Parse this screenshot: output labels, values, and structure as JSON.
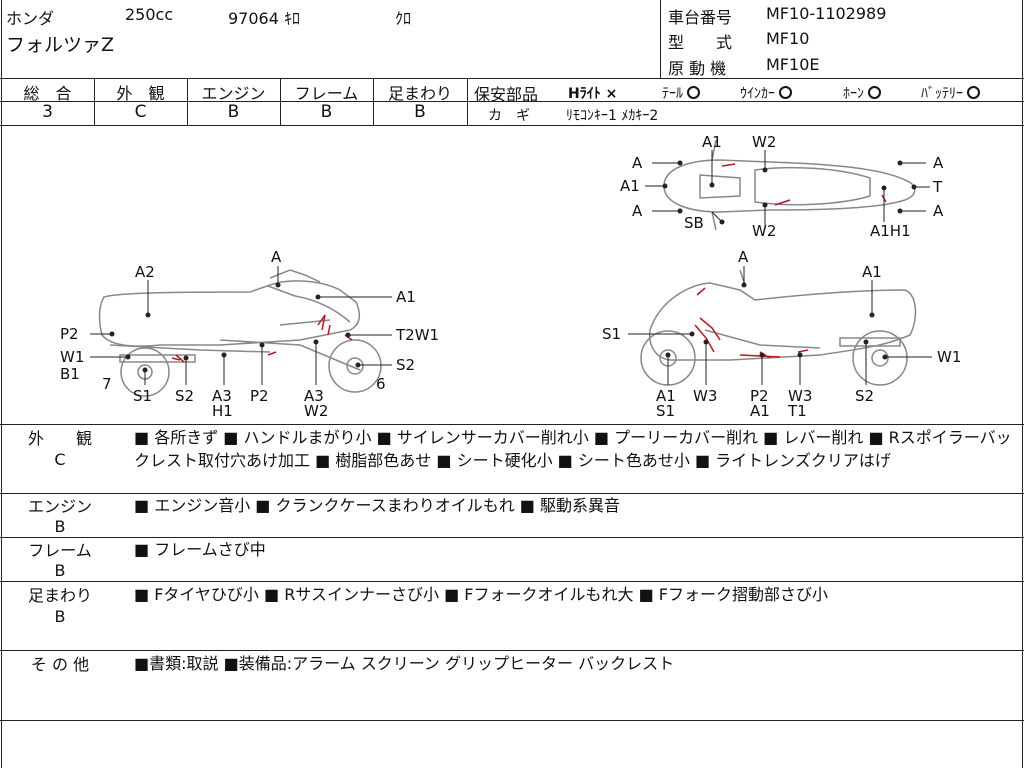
{
  "header": {
    "maker": "ホンダ",
    "displacement": "250cc",
    "mileage": "97064 ｷﾛ",
    "color": "ｸﾛ",
    "model_name": "フォルツァZ",
    "frame_no_label": "車台番号",
    "frame_no": "MF10-1102989",
    "model_code_label": "型　　式",
    "model_code": "MF10",
    "engine_label": "原 動 機",
    "engine_code": "MF10E"
  },
  "grades": {
    "headers": [
      "総　合",
      "外　観",
      "エンジン",
      "フレーム",
      "足まわり"
    ],
    "values": [
      "3",
      "C",
      "B",
      "B",
      "B"
    ]
  },
  "safety": {
    "label": "保安部品",
    "headlight": "Hﾗｲﾄ ×",
    "tail": "ﾃｰﾙ",
    "winker": "ｳｲﾝｶｰ",
    "horn": "ﾎｰﾝ",
    "battery": "ﾊﾞｯﾃﾘｰ",
    "key_label": "カ　ギ",
    "key_value": "ﾘﾓｺﾝｷｰ1 ﾒｶｷｰ2"
  },
  "diagram_labels": {
    "left": {
      "A_top": "A",
      "A2": "A2",
      "A1": "A1",
      "P2": "P2",
      "T2W1": "T2W1",
      "W1": "W1",
      "B1": "B1",
      "S2_right": "S2",
      "n7": "7",
      "n6": "6",
      "S1": "S1",
      "S2": "S2",
      "A3_1": "A3",
      "H1": "H1",
      "P2_b": "P2",
      "A3_2": "A3",
      "W2": "W2"
    },
    "right": {
      "A_top": "A",
      "A1": "A1",
      "S1": "S1",
      "W1": "W1",
      "A1_b": "A1",
      "S1_b": "S1",
      "W3": "W3",
      "P2": "P2",
      "A1_c": "A1",
      "W3_b": "W3",
      "T1": "T1",
      "S2": "S2"
    },
    "top": {
      "A1": "A1",
      "W2": "W2",
      "A_l1": "A",
      "A1_l": "A1",
      "A_l2": "A",
      "SB": "SB",
      "W2_b": "W2",
      "A_r1": "A",
      "T": "T",
      "A_r2": "A",
      "A1H1": "A1H1"
    }
  },
  "sections": [
    {
      "label": "外　　観",
      "grade": "C",
      "text": "■ 各所きず ■ ハンドルまがり小 ■ サイレンサーカバー削れ小 ■ プーリーカバー削れ ■ レバー削れ ■ Rスポイラーバックレスト取付穴あけ加工 ■ 樹脂部色あせ ■ シート硬化小 ■ シート色あせ小 ■ ライトレンズクリアはげ"
    },
    {
      "label": "エンジン",
      "grade": "B",
      "text": "■ エンジン音小 ■ クランクケースまわりオイルもれ ■ 駆動系異音"
    },
    {
      "label": "フレーム",
      "grade": "B",
      "text": "■ フレームさび中"
    },
    {
      "label": "足まわり",
      "grade": "B",
      "text": "■ Fタイヤひび小 ■ Rサスインナーさび小 ■ Fフォークオイルもれ大 ■ Fフォーク摺動部さび小"
    },
    {
      "label": "そ の 他",
      "grade": "",
      "text": "■書類:取説 ■装備品:アラーム スクリーン グリップヒーター バックレスト"
    }
  ]
}
